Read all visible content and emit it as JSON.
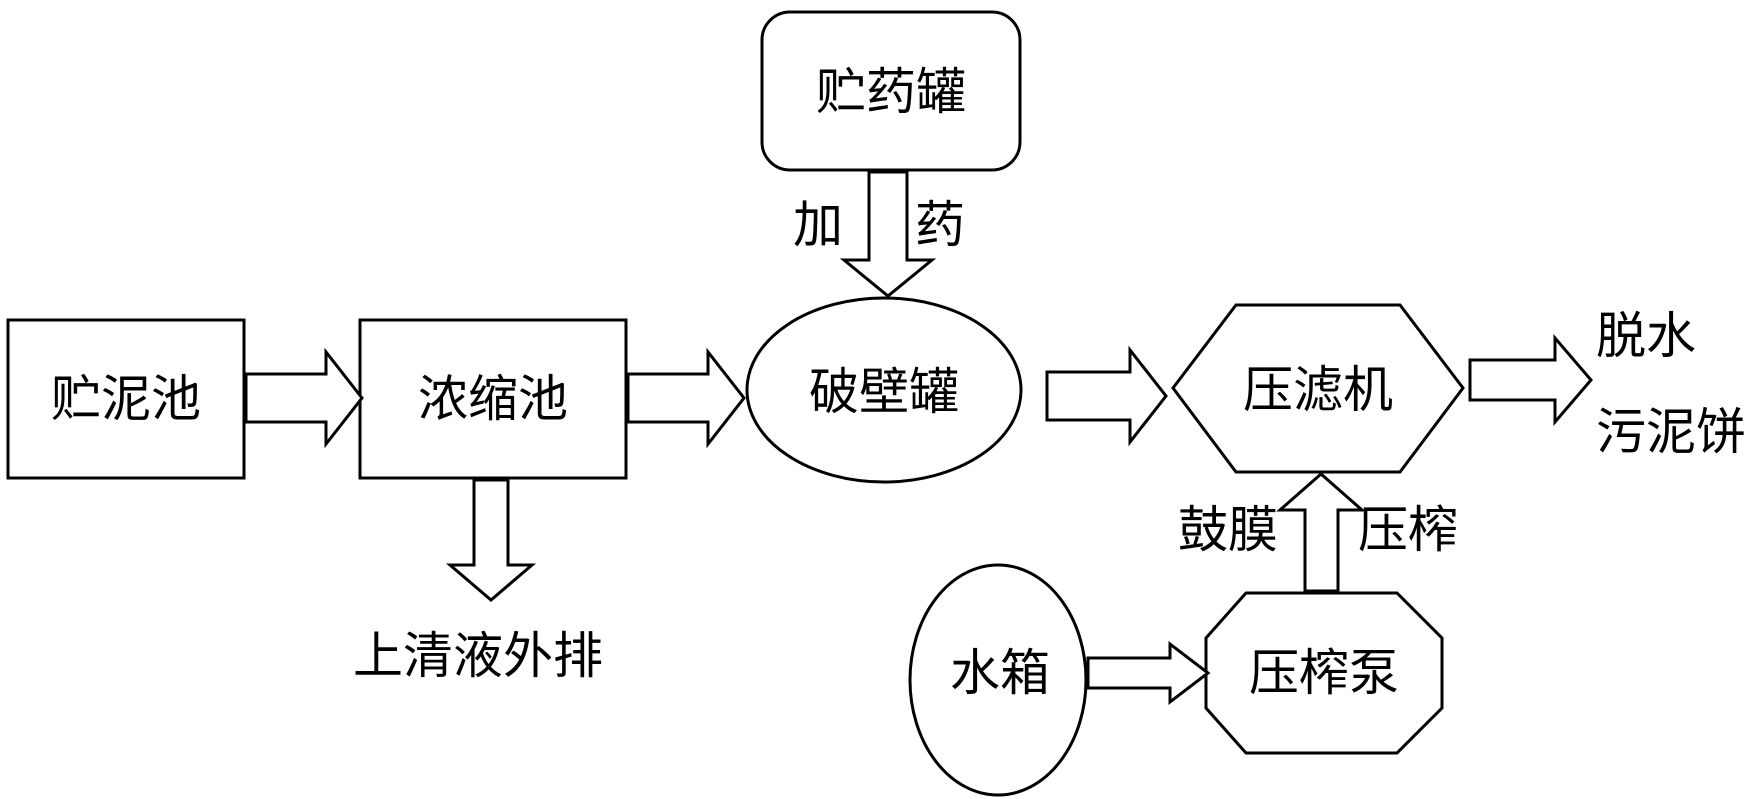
{
  "nodes": {
    "sludge_tank": "贮泥池",
    "thickener": "浓缩池",
    "chem_tank": "贮药罐",
    "breaker_tank": "破壁罐",
    "filter_press": "压滤机",
    "water_tank": "水箱",
    "press_pump": "压榨泵"
  },
  "labels": {
    "supernatant": "上清液外排",
    "dosing_left": "加",
    "dosing_right": "药",
    "diaphragm": "鼓膜",
    "squeeze": "压榨",
    "output_line1": "脱水",
    "output_line2": "污泥饼"
  },
  "colors": {
    "stroke": "#000000",
    "fill": "#ffffff"
  }
}
